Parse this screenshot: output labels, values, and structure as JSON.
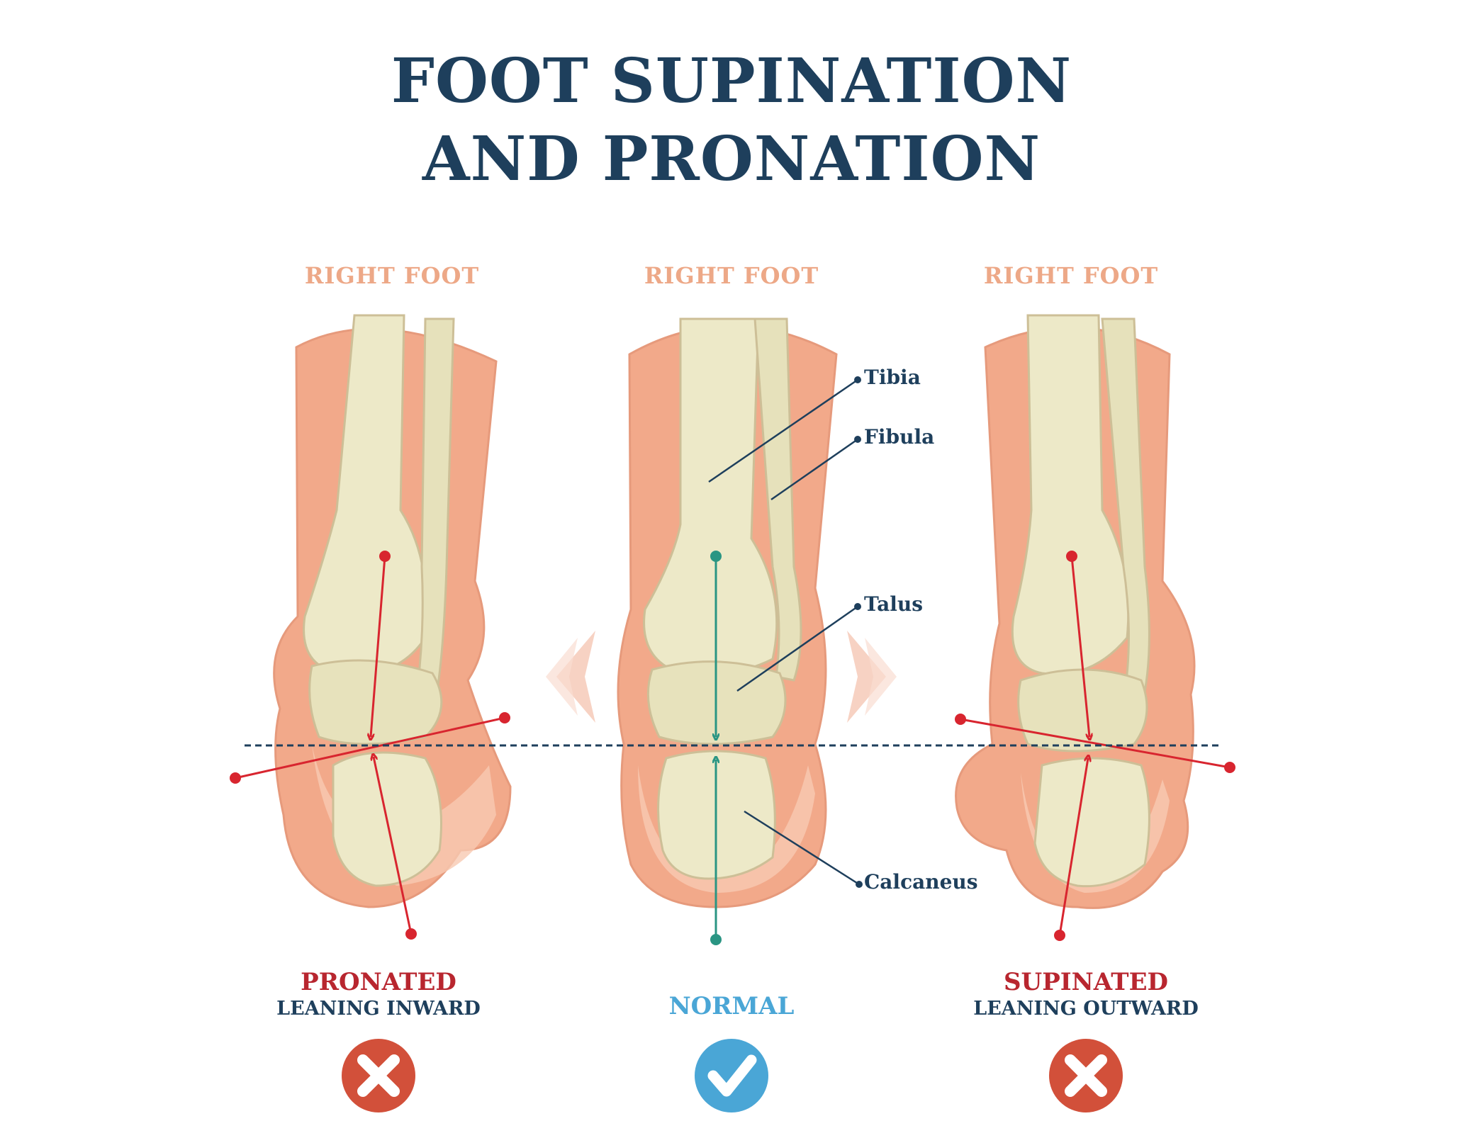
{
  "title": {
    "line1": "FOOT SUPINATION",
    "line2": "AND PRONATION"
  },
  "panels": [
    {
      "foot_label": "RIGHT FOOT",
      "status": "PRONATED",
      "sub": "LEANING INWARD",
      "icon": "cross-icon"
    },
    {
      "foot_label": "RIGHT FOOT",
      "status": "NORMAL",
      "sub": "",
      "icon": "check-icon"
    },
    {
      "foot_label": "RIGHT FOOT",
      "status": "SUPINATED",
      "sub": "LEANING OUTWARD",
      "icon": "cross-icon"
    }
  ],
  "annotations": {
    "tibia": "Tibia",
    "fibula": "Fibula",
    "talus": "Talus",
    "calcaneus": "Calcaneus"
  },
  "colors": {
    "title": "#1e3f5c",
    "skin": "#f2a98a",
    "bone": "#ede9c8",
    "wrong": "#d8252f",
    "correct": "#2a9583",
    "check_bg": "#4aa6d6",
    "cross_bg": "#d2503a"
  }
}
